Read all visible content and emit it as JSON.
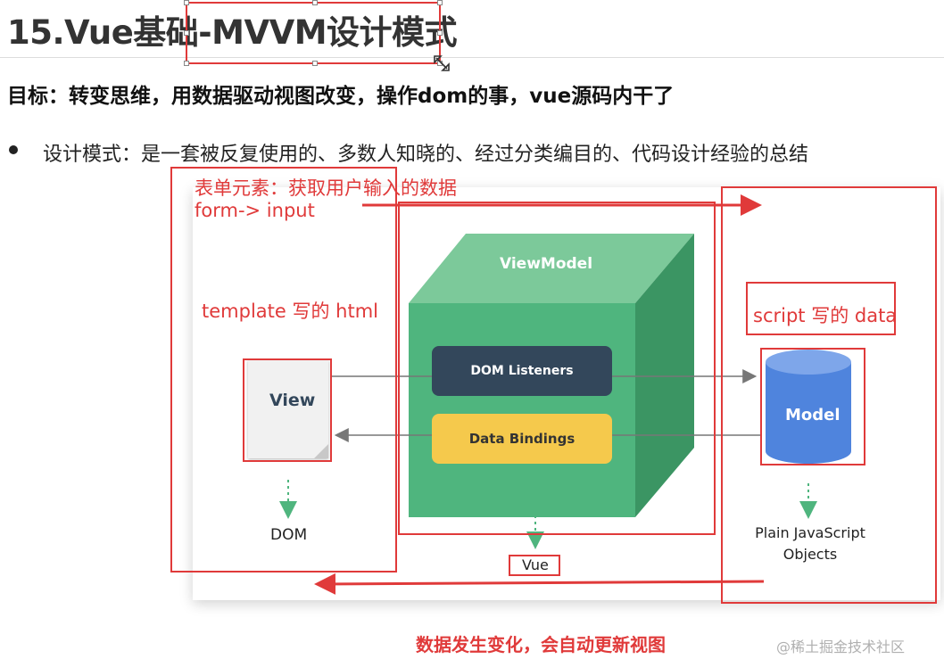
{
  "title": "15.Vue基础-MVVM设计模式",
  "goal": "目标：转变思维，用数据驱动视图改变，操作dom的事，vue源码内干了",
  "bullet": "设计模式：是一套被反复使用的、多数人知晓的、经过分类编目的、代码设计经验的总结",
  "diagram": {
    "viewmodel": "ViewModel",
    "dom_listeners": "DOM Listeners",
    "data_bindings": "Data Bindings",
    "view": "View",
    "dom": "DOM",
    "model": "Model",
    "plain_js_line1": "Plain JavaScript",
    "plain_js_line2": "Objects",
    "vue": "Vue"
  },
  "annotations": {
    "form_line1": "表单元素：获取用户输入的数据",
    "form_line2": "form-> input",
    "template": "template 写的 html",
    "script": "script 写的 data",
    "bottom": "数据发生变化，会自动更新视图"
  },
  "watermark": "@稀土掘金技术社区",
  "colors": {
    "annotation_red": "#e03a3a",
    "cube_front": "#4fb57e",
    "cube_top": "#7cc99a",
    "cube_side": "#3b9563",
    "dom_listeners_bg": "#33475b",
    "data_bindings_bg": "#f5c94c",
    "model_blue": "#4f84dd"
  }
}
